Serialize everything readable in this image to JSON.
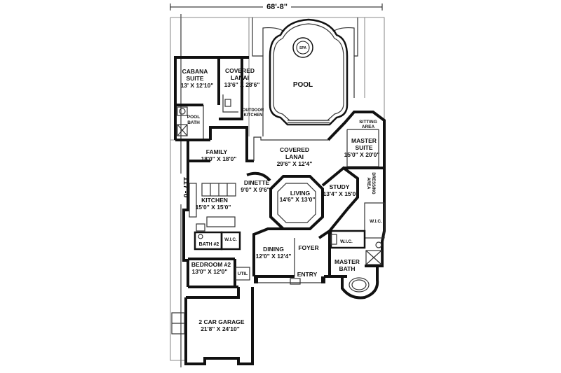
{
  "dimensions": {
    "width_label": "68'-8\"",
    "depth_label": "117'-0\""
  },
  "rooms": {
    "cabana_suite": {
      "name_1": "CABANA",
      "name_2": "SUITE",
      "size": "13' X 12'10\""
    },
    "covered_lanai_top": {
      "name_1": "COVERED",
      "name_2": "LANAI",
      "size": "13'6\" X 28'6\""
    },
    "pool": {
      "name": "POOL"
    },
    "spa": {
      "name": "SPA"
    },
    "pool_bath": {
      "name_1": "POOL",
      "name_2": "BATH"
    },
    "outdoor_kitchen": {
      "name_1": "OUTDOOR",
      "name_2": "KITCHEN"
    },
    "sitting_area": {
      "name_1": "SITTING",
      "name_2": "AREA"
    },
    "master_suite": {
      "name_1": "MASTER",
      "name_2": "SUITE",
      "size": "15'0\" X 20'0\""
    },
    "family": {
      "name": "FAMILY",
      "size": "18'0\" X 18'0\""
    },
    "covered_lanai_main": {
      "name_1": "COVERED",
      "name_2": "LANAI",
      "size": "29'6\" X 12'4\""
    },
    "dinette": {
      "name": "DINETTE",
      "size": "9'0\" X 9'6\""
    },
    "living": {
      "name": "LIVING",
      "size": "14'6\" X 13'0\""
    },
    "study": {
      "name": "STUDY",
      "size": "13'4\" X 15'0\""
    },
    "dressing_area": {
      "name_1": "DRESSING",
      "name_2": "AREA"
    },
    "kitchen": {
      "name": "KITCHEN",
      "size": "15'0\" X 15'0\""
    },
    "wic_master": {
      "name": "W.I.C."
    },
    "bath_2": {
      "name": "BATH #2"
    },
    "wic_bath2": {
      "name": "W.I.C."
    },
    "wic_master_bath": {
      "name": "W.I.C."
    },
    "dining": {
      "name": "DINING",
      "size": "12'0\" X 12'4\""
    },
    "foyer": {
      "name": "FOYER"
    },
    "master_bath": {
      "name_1": "MASTER",
      "name_2": "BATH"
    },
    "bedroom_2": {
      "name": "BEDROOM #2",
      "size": "13'0\" X 12'0\""
    },
    "util": {
      "name": "UTIL"
    },
    "entry": {
      "name": "ENTRY"
    },
    "garage": {
      "name": "2 CAR GARAGE",
      "size": "21'8\" X 24'10\""
    }
  },
  "colors": {
    "line": "#111111",
    "background": "#ffffff"
  }
}
